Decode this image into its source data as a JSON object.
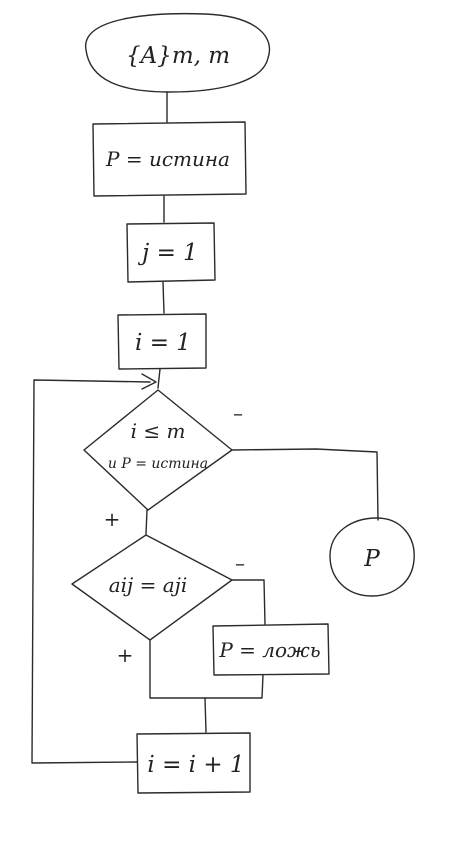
{
  "nodes": {
    "start": {
      "label": "{A}m, m"
    },
    "init_p": {
      "label": "P = истина"
    },
    "init_j": {
      "label": "j = 1"
    },
    "init_i": {
      "label": "i = 1"
    },
    "check_loop": {
      "line1": "i ≤ m",
      "line2": "и P = истина"
    },
    "check_sym": {
      "label": "aij = aji"
    },
    "set_false": {
      "label": "P = ложь"
    },
    "incr_i": {
      "label": "i = i + 1"
    },
    "end": {
      "label": "P"
    }
  },
  "edge_labels": {
    "loop_no": "–",
    "loop_yes": "+",
    "sym_no": "–",
    "sym_yes": "+"
  },
  "colors": {
    "ink": "#2b2b2b",
    "paper": "#ffffff"
  }
}
